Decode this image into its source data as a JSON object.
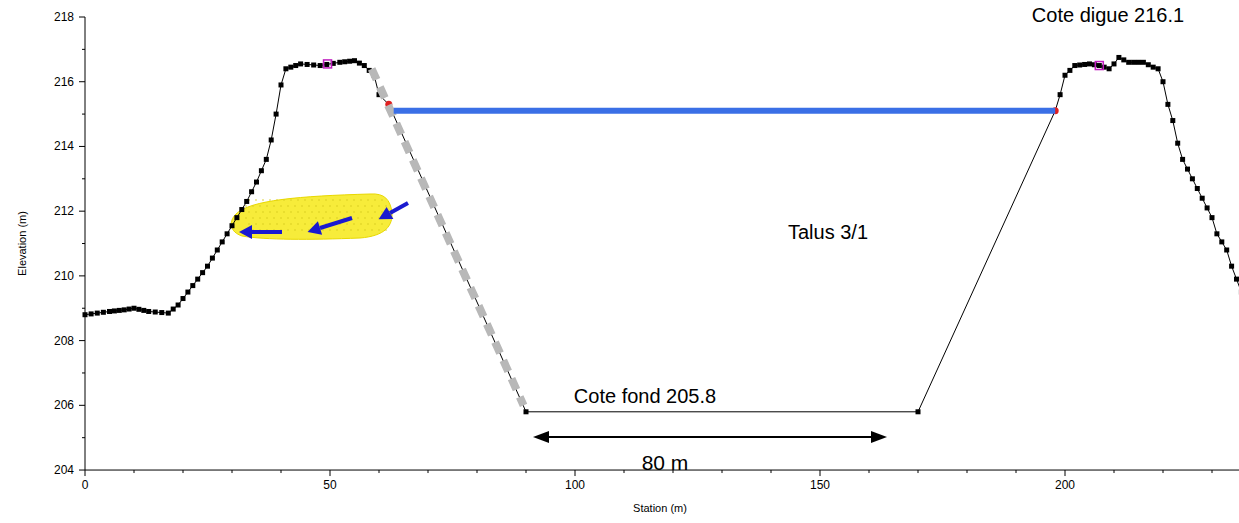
{
  "diagram": {
    "labels": [
      "Cote digue 216.1",
      "Talus 3/1",
      "Cote fond 205.8",
      "80 m",
      "218",
      "216",
      "214",
      "212",
      "210",
      "208",
      "206",
      "204",
      "0",
      "50",
      "100",
      "150",
      "200",
      "Station (m)",
      "Elevation (m)"
    ]
  }
}
